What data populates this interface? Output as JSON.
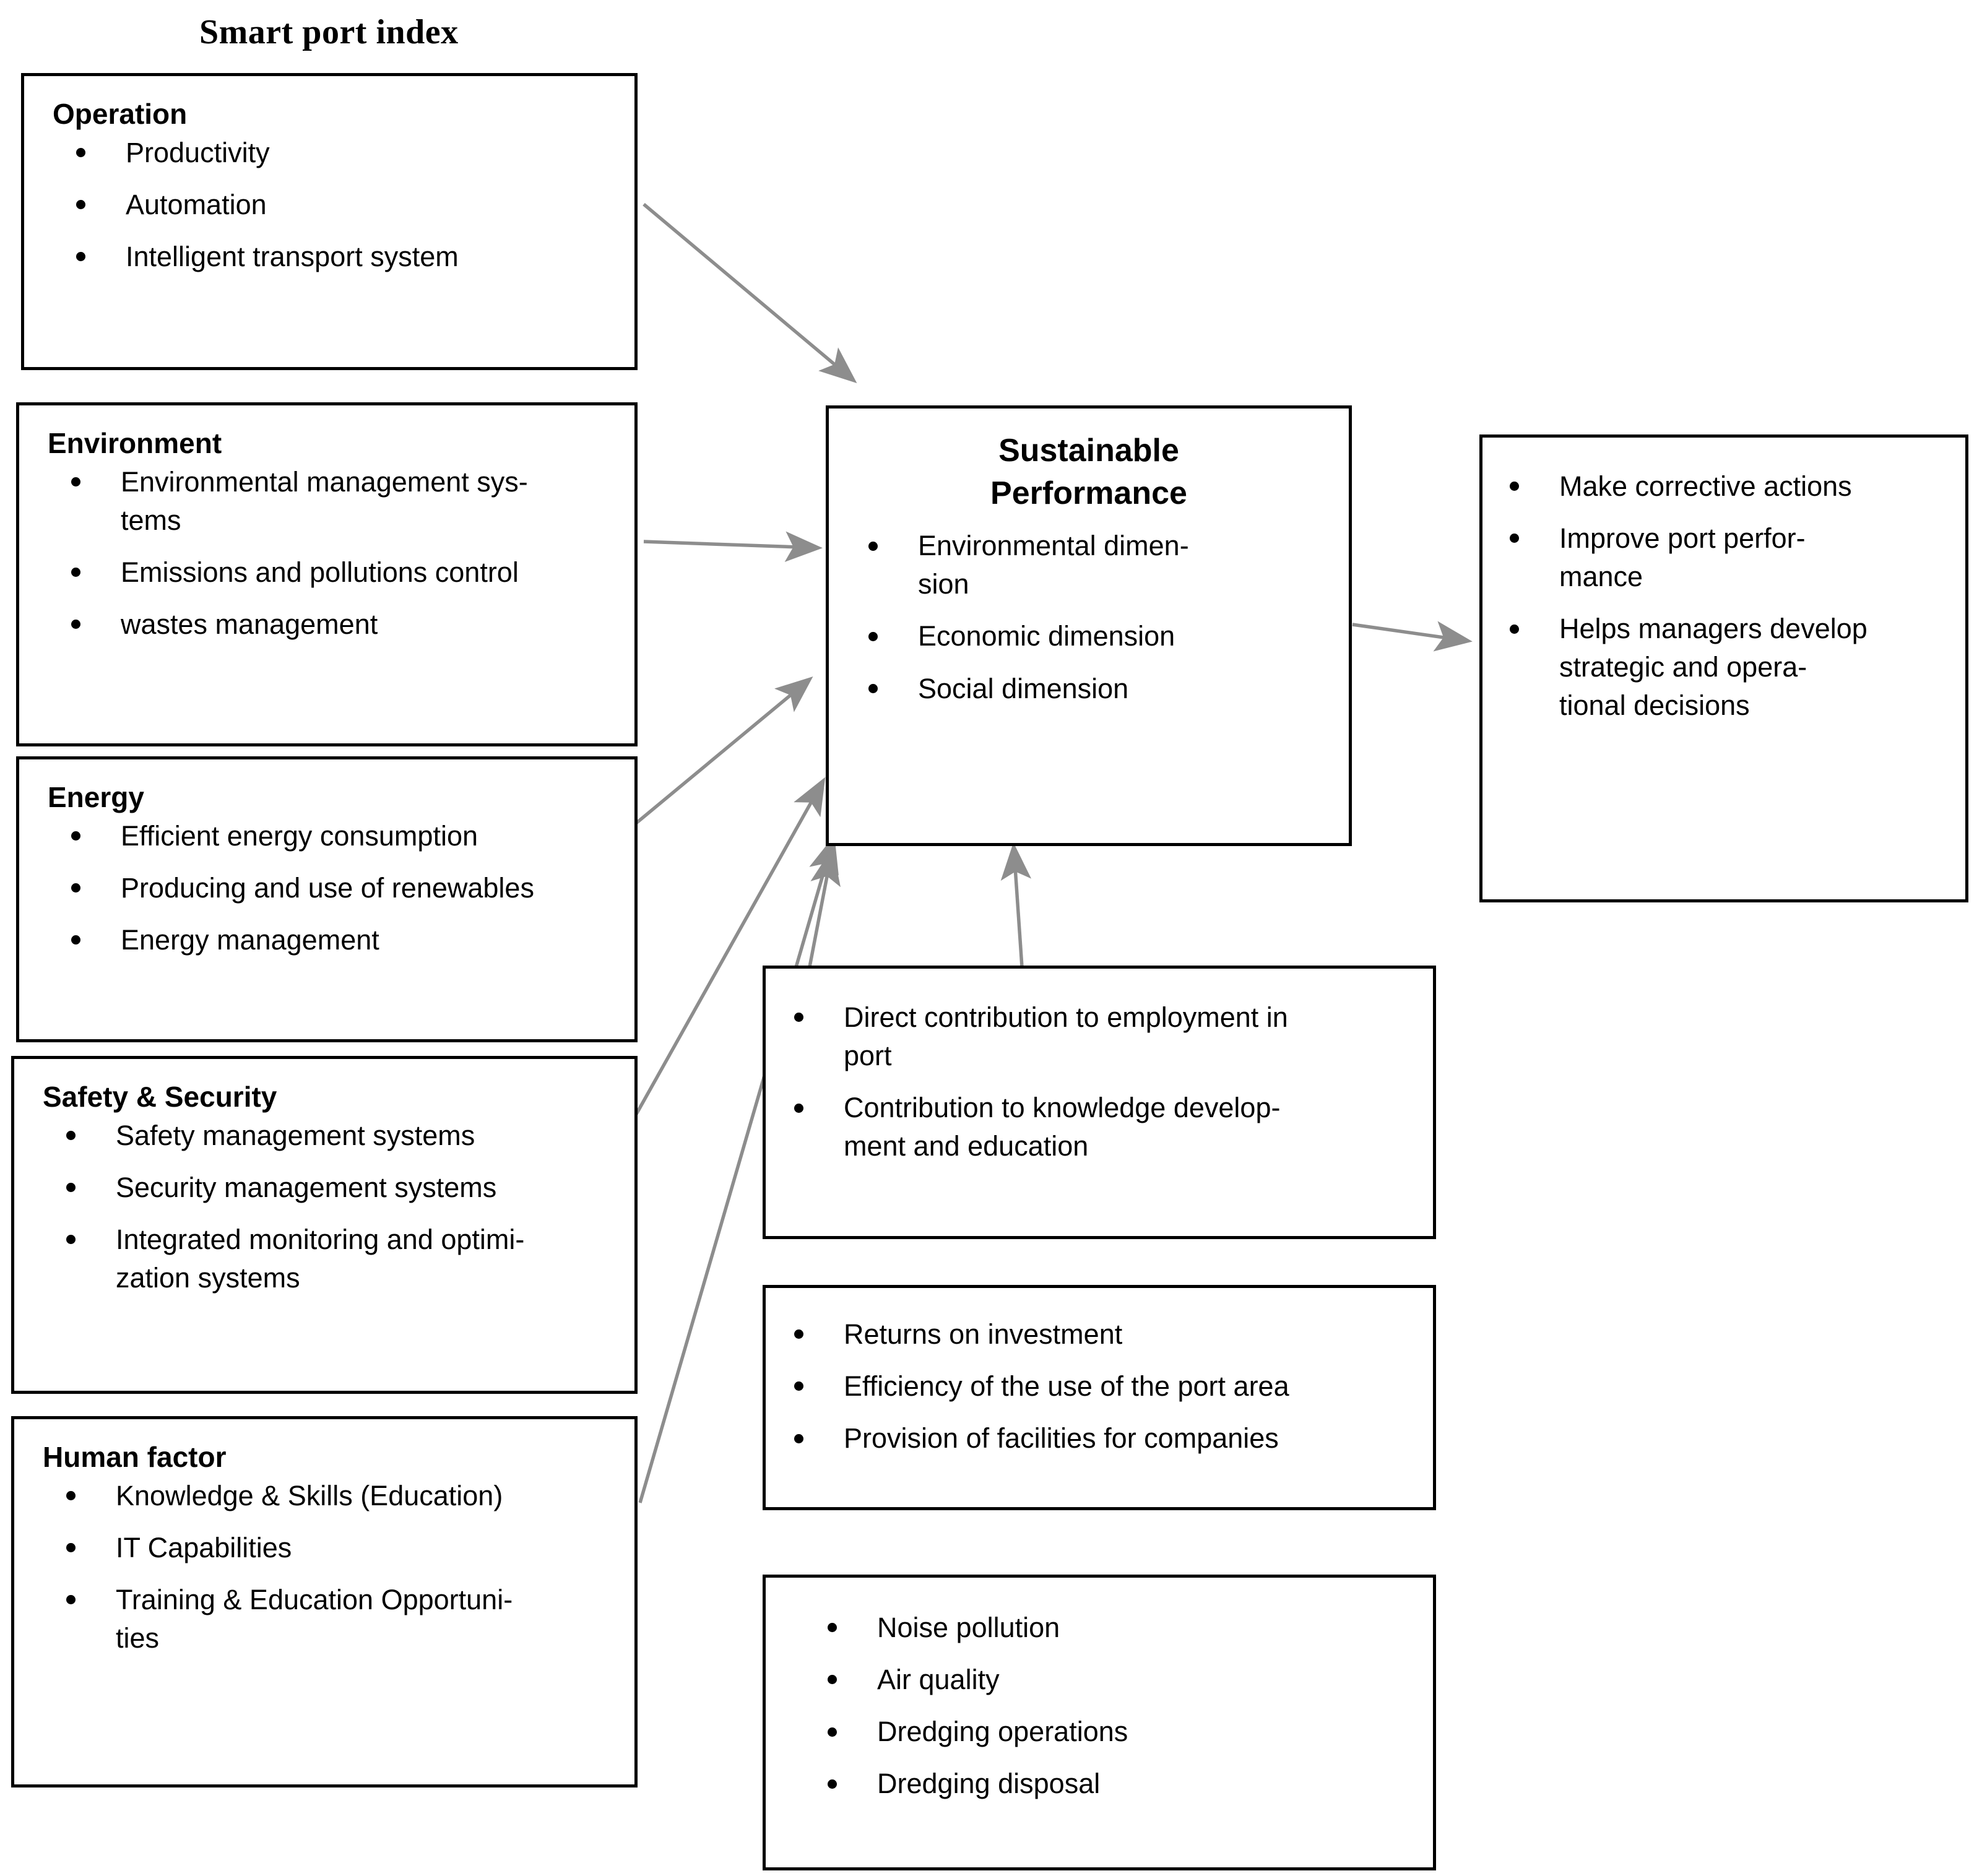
{
  "title": "Smart port index",
  "left_column": [
    {
      "id": "operation",
      "heading": "Operation",
      "items": [
        "Productivity",
        "Automation",
        "Intelligent transport system"
      ]
    },
    {
      "id": "environment",
      "heading": "Environment",
      "items": [
        "Environmental management sys-\ntems",
        "Emissions and pollutions control",
        "wastes management"
      ]
    },
    {
      "id": "energy",
      "heading": "Energy",
      "items": [
        "Efficient energy consumption",
        "Producing and use of renewables",
        "Energy management"
      ]
    },
    {
      "id": "safety-security",
      "heading": "Safety & Security",
      "items": [
        "Safety management systems",
        "Security management systems",
        "Integrated monitoring and optimi-\nzation systems"
      ]
    },
    {
      "id": "human-factor",
      "heading": "Human factor",
      "items": [
        "Knowledge & Skills (Education)",
        "IT Capabilities",
        "Training & Education Opportuni-\nties"
      ]
    }
  ],
  "center": {
    "title": "Sustainable\nPerformance",
    "items": [
      "Environmental dimen-\nsion",
      "Economic dimension",
      "Social dimension"
    ]
  },
  "outcomes": {
    "items": [
      "Make corrective actions",
      "Improve port perfor-\nmance",
      "Helps managers develop\nstrategic and opera-\ntional decisions"
    ]
  },
  "dimension_boxes": [
    {
      "id": "social-dimension-details",
      "items": [
        "Direct contribution to employment in\nport",
        "Contribution to knowledge develop-\nment and education"
      ]
    },
    {
      "id": "economic-dimension-details",
      "items": [
        "Returns on investment",
        "Efficiency of the use of the port area",
        "Provision of facilities for companies"
      ]
    },
    {
      "id": "environmental-dimension-details",
      "items": [
        "Noise pollution",
        "Air quality",
        "Dredging operations",
        "Dredging disposal"
      ]
    }
  ],
  "colors": {
    "border": "#000000",
    "text": "#000000",
    "arrow": "#8c8c8c",
    "background": "#ffffff"
  }
}
